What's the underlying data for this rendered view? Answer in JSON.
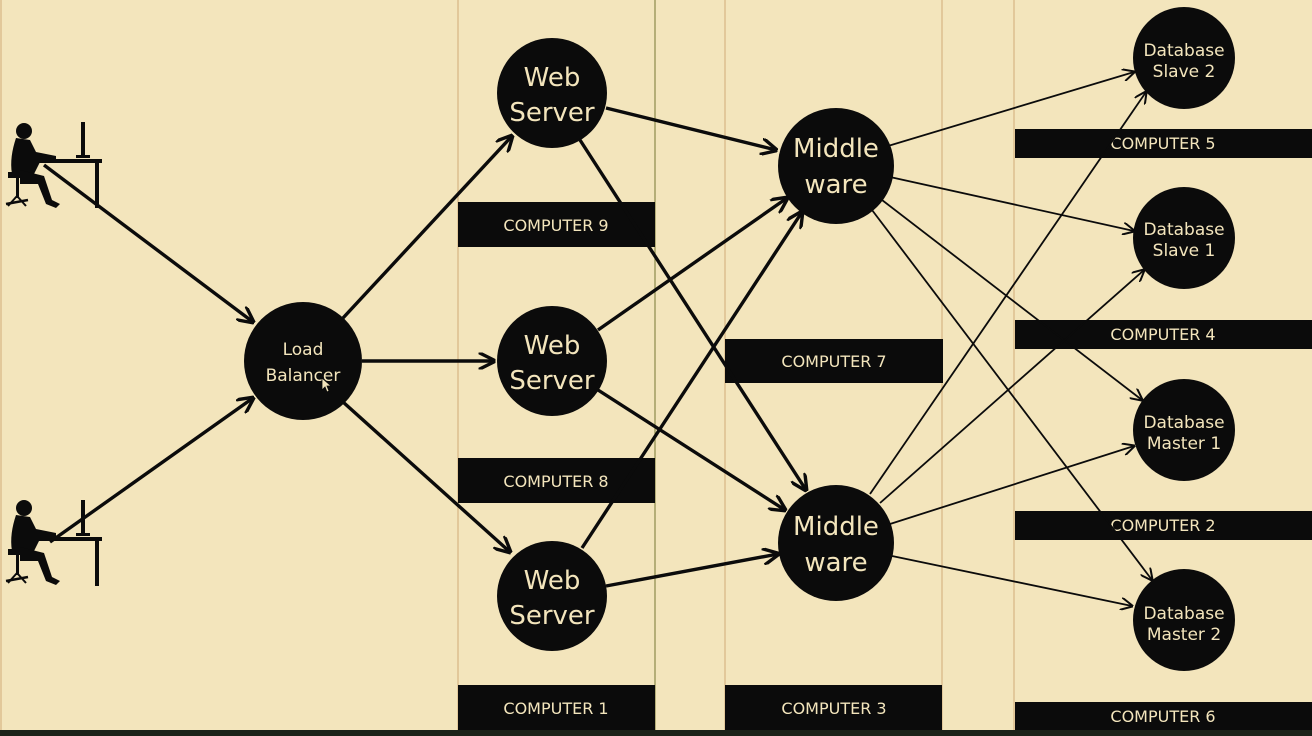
{
  "nodes": {
    "load_balancer": [
      "Load",
      "Balancer"
    ],
    "web_server_top": [
      "Web",
      "Server"
    ],
    "web_server_mid": [
      "Web",
      "Server"
    ],
    "web_server_bot": [
      "Web",
      "Server"
    ],
    "middleware_top": [
      "Middle",
      "ware"
    ],
    "middleware_bot": [
      "Middle",
      "ware"
    ],
    "db_slave_2": [
      "Database",
      "Slave 2"
    ],
    "db_slave_1": [
      "Database",
      "Slave 1"
    ],
    "db_master_1": [
      "Database",
      "Master 1"
    ],
    "db_master_2": [
      "Database",
      "Master 2"
    ]
  },
  "computers": {
    "c9": "COMPUTER 9",
    "c8": "COMPUTER 8",
    "c1": "COMPUTER 1",
    "c7": "COMPUTER 7",
    "c3": "COMPUTER 3",
    "c5": "COMPUTER 5",
    "c4": "COMPUTER 4",
    "c2": "COMPUTER 2",
    "c6": "COMPUTER 6"
  },
  "colors": {
    "background": "#f3e5bc",
    "ink": "#0b0b0b",
    "text_on_dark": "#f3e5bc"
  }
}
